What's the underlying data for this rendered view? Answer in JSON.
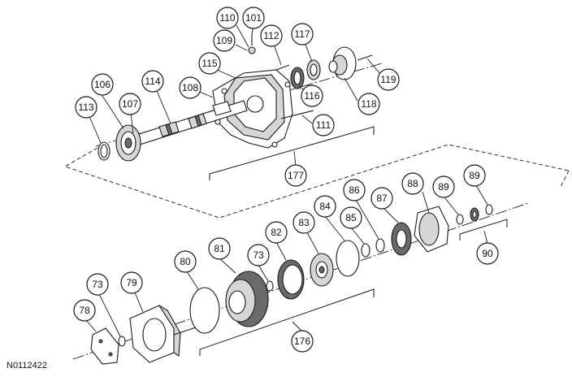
{
  "diagram": {
    "reference_code": "N0112422",
    "callouts": {
      "c101": "101",
      "c110": "110",
      "c109": "109",
      "c112": "112",
      "c117": "117",
      "c115": "115",
      "c119": "119",
      "c106": "106",
      "c114": "114",
      "c108": "108",
      "c116": "116",
      "c118": "118",
      "c113": "113",
      "c107": "107",
      "c111": "111",
      "c177": "177",
      "c88": "88",
      "c89a": "89",
      "c89b": "89",
      "c86": "86",
      "c87": "87",
      "c84": "84",
      "c82": "82",
      "c83": "83",
      "c85": "85",
      "c90": "90",
      "c81": "81",
      "c80": "80",
      "c73a": "73",
      "c73b": "73",
      "c79": "79",
      "c78": "78",
      "c176": "176"
    }
  }
}
